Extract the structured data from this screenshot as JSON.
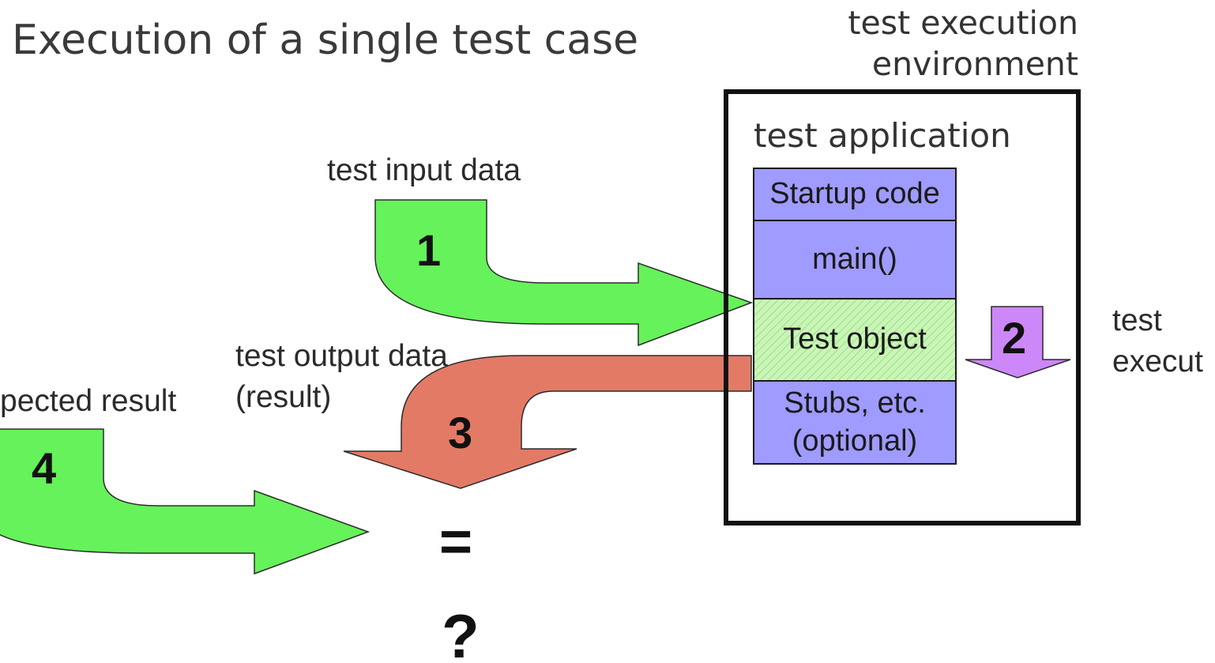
{
  "title": "Execution of a single test case",
  "environment": {
    "label_line1": "test execution",
    "label_line2": "environment",
    "app_label": "test application"
  },
  "stack": {
    "startup": "Startup code",
    "main": "main()",
    "test_object": "Test object",
    "stubs_line1": "Stubs, etc.",
    "stubs_line2": "(optional)"
  },
  "arrows": {
    "input": {
      "number": "1",
      "label": "test input data",
      "color": "#66f25a"
    },
    "execution": {
      "number": "2",
      "label_line1": "test",
      "label_line2": "execut",
      "color": "#cc88f8"
    },
    "output": {
      "number": "3",
      "label_line1": "test output data",
      "label_line2": "(result)",
      "color": "#e37a66"
    },
    "expected": {
      "number": "4",
      "label": "pected result",
      "color": "#66f25a"
    }
  },
  "comparison": {
    "equals": "=",
    "question": "?"
  }
}
